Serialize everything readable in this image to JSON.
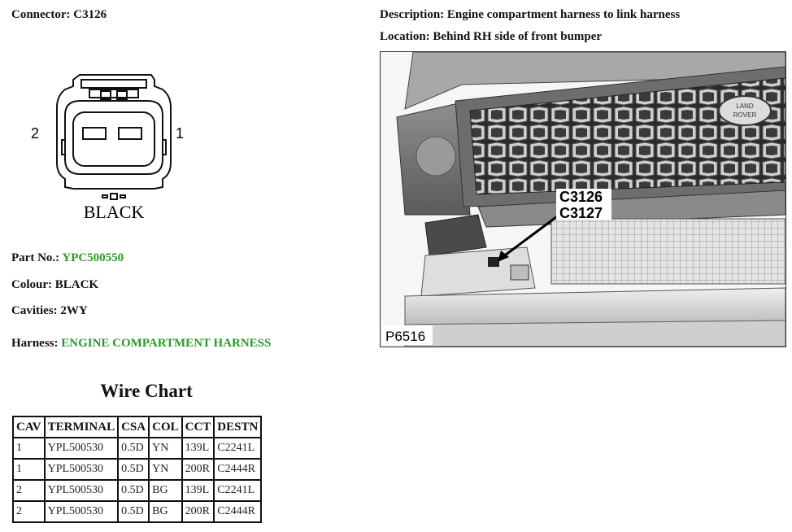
{
  "connector": {
    "label": "Connector:",
    "value": "C3126",
    "pin_left": "2",
    "pin_right": "1",
    "colour_caption": "BLACK"
  },
  "description": {
    "label": "Description:",
    "value": "Engine compartment harness to link harness"
  },
  "location": {
    "label": "Location:",
    "value": "Behind RH side of front bumper"
  },
  "part_no": {
    "label": "Part No.:",
    "value": "YPC500550"
  },
  "colour": {
    "label": "Colour:",
    "value": "BLACK"
  },
  "cavities": {
    "label": "Cavities:",
    "value": "2WY"
  },
  "harness": {
    "label": "Harness:",
    "value": "ENGINE COMPARTMENT HARNESS"
  },
  "photo": {
    "callout_1": "C3126",
    "callout_2": "C3127",
    "figure_id": "P6516",
    "badge_line1": "LAND",
    "badge_line2": "ROVER"
  },
  "wire_chart": {
    "title": "Wire Chart",
    "headers": [
      "CAV",
      "TERMINAL",
      "CSA",
      "COL",
      "CCT",
      "DESTN"
    ],
    "rows": [
      [
        "1",
        "YPL500530",
        "0.5D",
        "YN",
        "139L",
        "C2241L"
      ],
      [
        "1",
        "YPL500530",
        "0.5D",
        "YN",
        "200R",
        "C2444R"
      ],
      [
        "2",
        "YPL500530",
        "0.5D",
        "BG",
        "139L",
        "C2241L"
      ],
      [
        "2",
        "YPL500530",
        "0.5D",
        "BG",
        "200R",
        "C2444R"
      ]
    ]
  },
  "colors": {
    "green_value": "#2a9a2a"
  }
}
